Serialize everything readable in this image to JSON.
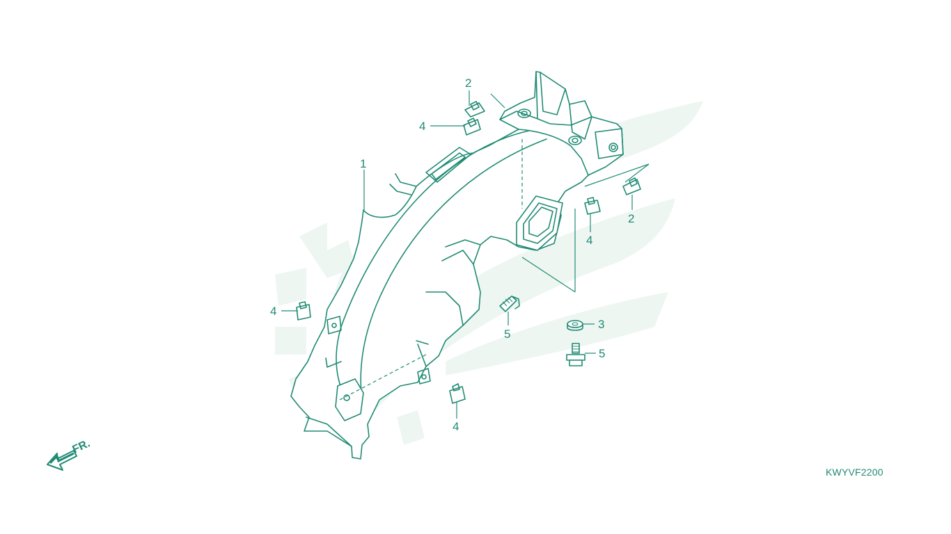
{
  "diagram": {
    "drawing_code": "KWYVF2200",
    "front_arrow_label": "FR.",
    "callouts": [
      {
        "id": "c1",
        "label": "1"
      },
      {
        "id": "c2a",
        "label": "2"
      },
      {
        "id": "c2b",
        "label": "2"
      },
      {
        "id": "c3",
        "label": "3"
      },
      {
        "id": "c4a",
        "label": "4"
      },
      {
        "id": "c4b",
        "label": "4"
      },
      {
        "id": "c4c",
        "label": "4"
      },
      {
        "id": "c4d",
        "label": "4"
      },
      {
        "id": "c5a",
        "label": "5"
      },
      {
        "id": "c5b",
        "label": "5"
      }
    ]
  },
  "colors": {
    "line": "#1f8a73",
    "watermark": "#eef6f2"
  }
}
